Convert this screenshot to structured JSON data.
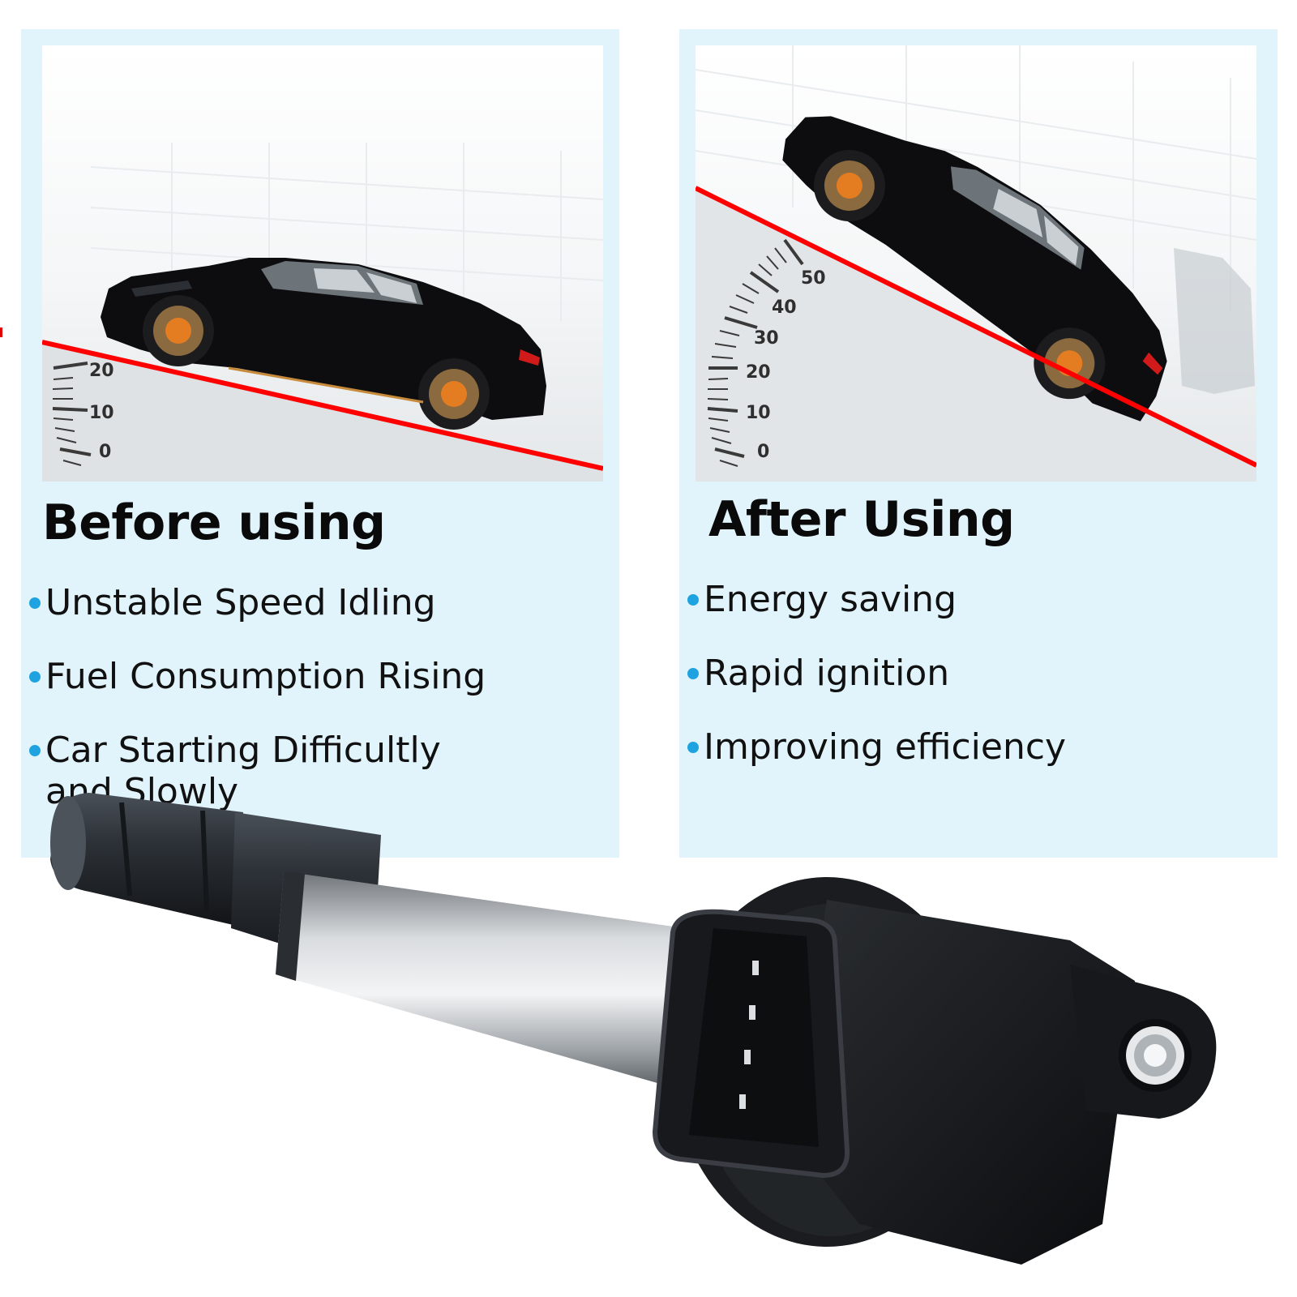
{
  "before": {
    "heading": "Before using",
    "features": [
      "Unstable Speed Idling",
      "Fuel Consumption Rising",
      "Car Starting Difficultly and Slowly"
    ],
    "gauge_labels": [
      "20",
      "10",
      "0"
    ]
  },
  "after": {
    "heading": "After Using",
    "features": [
      "Energy saving",
      "Rapid ignition",
      "Improving efficiency"
    ],
    "gauge_labels": [
      "50",
      "40",
      "30",
      "20",
      "10",
      "0"
    ]
  },
  "colors": {
    "panel_background": "#e1f4fc",
    "bullet": "#1fa3e0",
    "slope_line": "#ff0000",
    "heading_text": "#0a0a0a"
  },
  "images": {
    "before_photo": "black-wagon-on-slope",
    "after_photo": "black-wagon-on-steep-slope",
    "product": "ignition-coil"
  }
}
